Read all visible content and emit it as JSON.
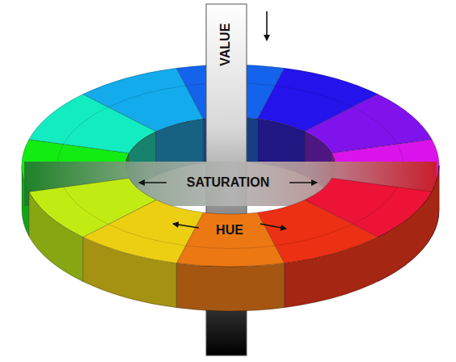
{
  "diagram": {
    "nodes": [
      {
        "text": [
          "VALUE"
        ]
      },
      {
        "text": [
          "SATURATION"
        ]
      },
      {
        "text": [
          "HUE"
        ]
      }
    ]
  }
}
